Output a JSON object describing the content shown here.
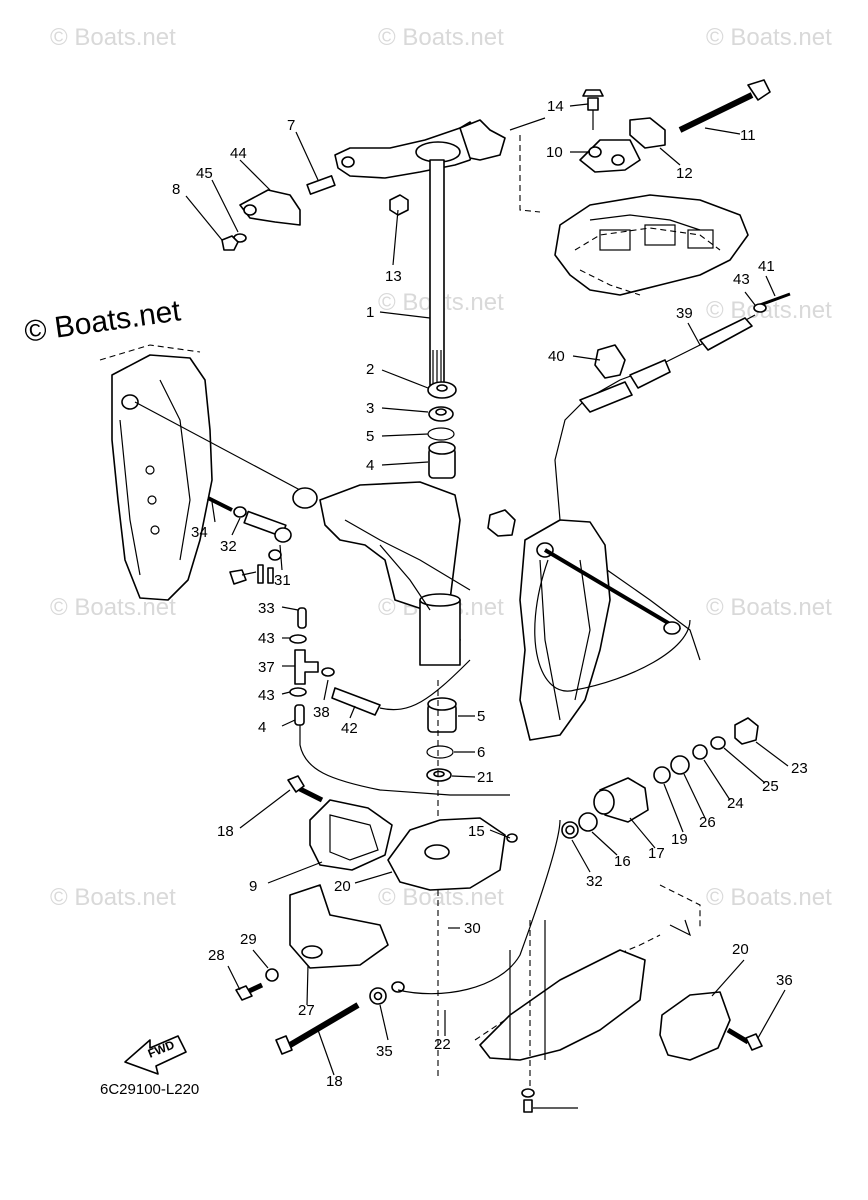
{
  "watermark": "© Boats.net",
  "diagram_code": "6C29100-L220",
  "fwd_label": "FWD",
  "callouts": [
    "1",
    "2",
    "3",
    "5",
    "4",
    "7",
    "44",
    "45",
    "8",
    "13",
    "14",
    "10",
    "11",
    "12",
    "43",
    "41",
    "39",
    "40",
    "34",
    "32",
    "31",
    "33",
    "43",
    "37",
    "43",
    "38",
    "42",
    "4",
    "5",
    "6",
    "21",
    "23",
    "25",
    "24",
    "26",
    "19",
    "17",
    "16",
    "32",
    "15",
    "20",
    "18",
    "9",
    "30",
    "29",
    "28",
    "27",
    "35",
    "22",
    "18",
    "20",
    "36"
  ]
}
